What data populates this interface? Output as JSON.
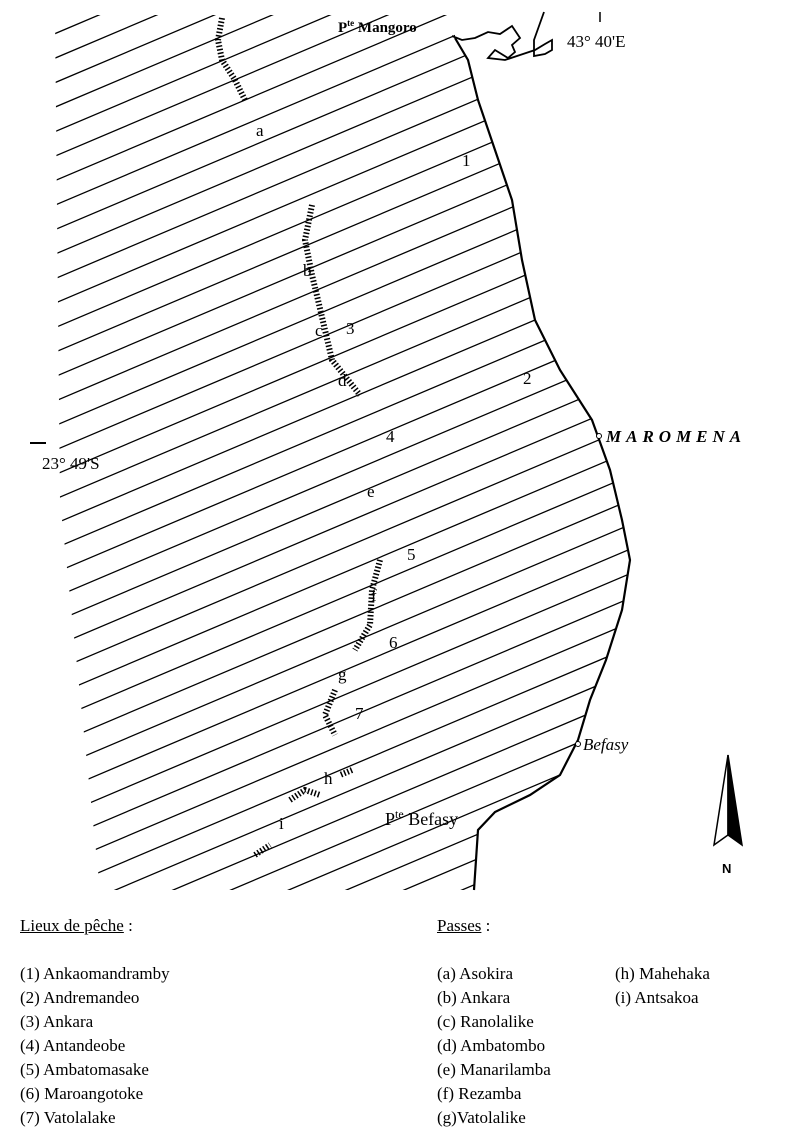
{
  "map": {
    "point_north": "Pte Mangoro",
    "point_north_prefix": "P",
    "point_north_sup": "te",
    "point_north_name": "Mangoro",
    "point_south_prefix": "P",
    "point_south_sup": "te",
    "point_south_name": "Befasy",
    "longitude": "43° 40'E",
    "latitude": "23° 49'S",
    "villages": [
      "MAROMENA",
      "Befasy"
    ],
    "north_arrow": "N",
    "fishing_markers": [
      "1",
      "2",
      "3",
      "4",
      "5",
      "6",
      "7"
    ],
    "pass_markers": [
      "a",
      "b",
      "c",
      "d",
      "e",
      "f",
      "g",
      "h",
      "i"
    ]
  },
  "legend": {
    "fishing_title": "Lieux de pêche",
    "fishing_colon": " :",
    "fishing_sites": [
      "(1) Ankaomandramby",
      "(2) Andremandeo",
      "(3) Ankara",
      "(4) Antandeobe",
      "(5) Ambatomasake",
      "(6) Maroangotoke",
      "(7) Vatolalake"
    ],
    "passes_title": "Passes",
    "passes_colon": " :",
    "passes": [
      "(a) Asokira",
      "(b) Ankara",
      "(c) Ranolalike",
      "(d) Ambatombo",
      "(e) Manarilamba",
      "(f) Rezamba",
      "(g)Vatolalike"
    ],
    "passes_col2": [
      "(h) Mahehaka",
      "(i) Antsakoa"
    ]
  }
}
